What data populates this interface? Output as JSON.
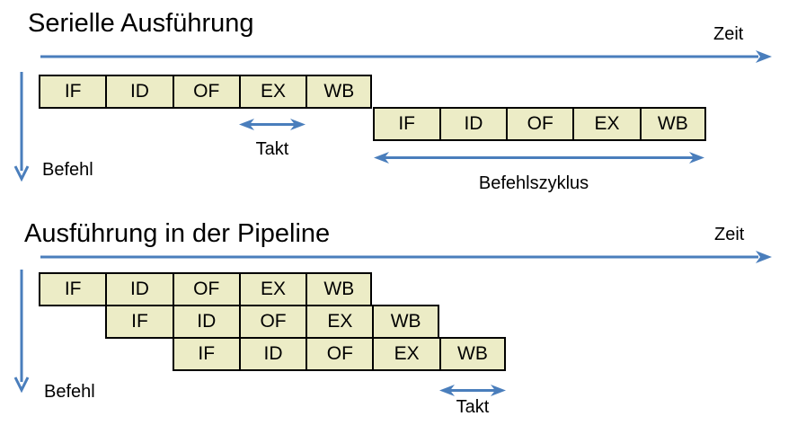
{
  "colors": {
    "accent_blue": "#4A7EBC",
    "box_fill": "#ECECC6",
    "box_border": "#000000"
  },
  "sections": [
    {
      "title": "Serielle Ausführung",
      "time_label": "Zeit",
      "instruction_label": "Befehl",
      "takt_label": "Takt",
      "cycle_label": "Befehlszyklus",
      "rows": [
        {
          "stages": [
            "IF",
            "ID",
            "OF",
            "EX",
            "WB"
          ]
        },
        {
          "stages": [
            "IF",
            "ID",
            "OF",
            "EX",
            "WB"
          ]
        }
      ]
    },
    {
      "title": "Ausführung in der Pipeline",
      "time_label": "Zeit",
      "instruction_label": "Befehl",
      "takt_label": "Takt",
      "rows": [
        {
          "stages": [
            "IF",
            "ID",
            "OF",
            "EX",
            "WB"
          ]
        },
        {
          "stages": [
            "IF",
            "ID",
            "OF",
            "EX",
            "WB"
          ]
        },
        {
          "stages": [
            "IF",
            "ID",
            "OF",
            "EX",
            "WB"
          ]
        }
      ]
    }
  ]
}
